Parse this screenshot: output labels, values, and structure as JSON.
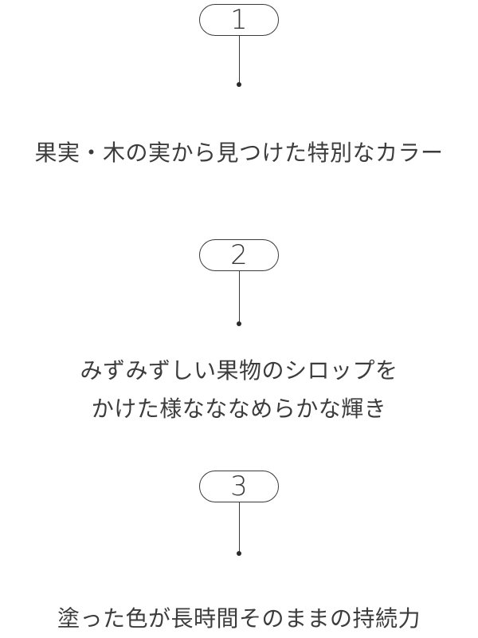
{
  "features": [
    {
      "number": "1",
      "lines": [
        "果実・木の実から見つけた特別なカラー"
      ]
    },
    {
      "number": "2",
      "lines": [
        "みずみずしい果物のシロップを",
        "かけた様なななめらかな輝き"
      ]
    },
    {
      "number": "3",
      "lines": [
        "塗った色が長時間そのままの持続力"
      ]
    }
  ],
  "colors": {
    "line": "#3a3a3a",
    "text": "#3c3c3c",
    "background": "#ffffff"
  }
}
